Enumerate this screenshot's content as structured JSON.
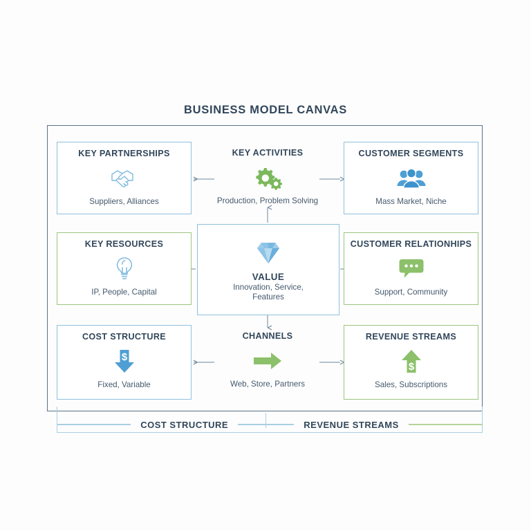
{
  "title": "BUSINESS MODEL CANVAS",
  "colors": {
    "blue_border": "#8fc0de",
    "green_border": "#9dc480",
    "frame": "#5b7186",
    "text_dark": "#31465a",
    "text_body": "#45596c",
    "icon_blue": "#4f9fd4",
    "icon_green": "#7cb85c",
    "arrow": "#6d879c",
    "background": "#fdfdfd"
  },
  "cells": {
    "key_partnerships": {
      "title": "KEY PARTNERSHIPS",
      "desc": "Suppliers, Alliances",
      "icon": "handshake-icon",
      "border": "blue"
    },
    "key_activities": {
      "title": "KEY ACTIVITIES",
      "desc": "Production, Problem Solving",
      "icon": "gears-icon",
      "border": "none"
    },
    "customer_segments": {
      "title": "CUSTOMER SEGMENTS",
      "desc": "Mass Market, Niche",
      "icon": "people-group-icon",
      "border": "blue"
    },
    "key_resources": {
      "title": "KEY RESOURCES",
      "desc": "IP, People, Capital",
      "icon": "lightbulb-icon",
      "border": "green"
    },
    "value": {
      "title": "VALUE",
      "desc_line1": "Innovation, Service,",
      "desc_line2": "Features",
      "icon": "diamond-gem-icon",
      "border": "blue"
    },
    "customer_relationships": {
      "title": "CUSTOMER RELATIONHIPS",
      "desc": "Support, Community",
      "icon": "speech-bubble-icon",
      "border": "green"
    },
    "cost_structure": {
      "title": "COST STRUCTURE",
      "desc": "Fixed, Variable",
      "icon": "dollar-down-arrow-icon",
      "border": "blue"
    },
    "channels": {
      "title": "CHANNELS",
      "desc": "Web, Store, Partners",
      "icon": "right-arrow-icon",
      "border": "none"
    },
    "revenue_streams": {
      "title": "REVENUE STREAMS",
      "desc": "Sales, Subscriptions",
      "icon": "dollar-up-arrow-icon",
      "border": "green"
    }
  },
  "bottom_bar": {
    "left_label": "COST STRUCTURE",
    "right_label": "REVENUE STREAMS"
  }
}
